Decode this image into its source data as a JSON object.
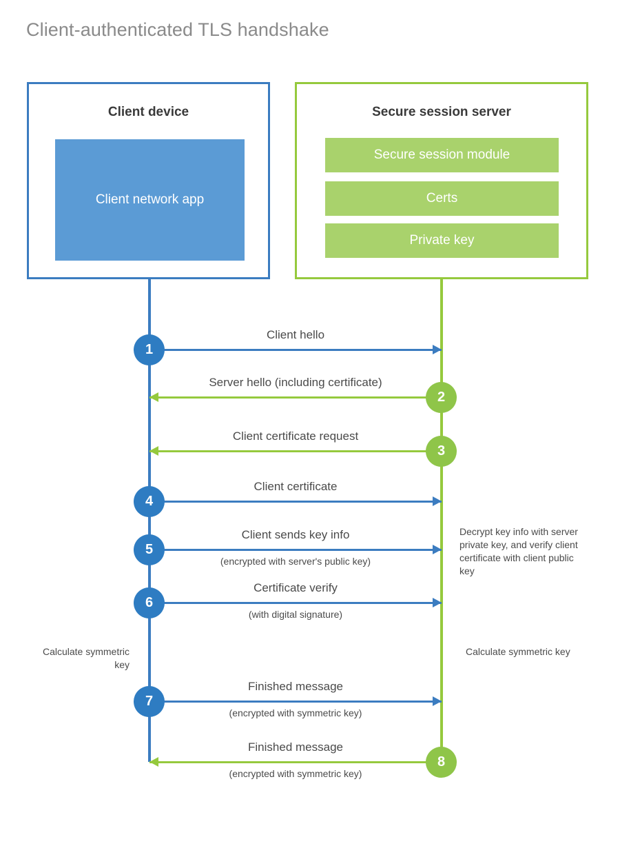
{
  "title": "Client-authenticated TLS handshake",
  "colors": {
    "client_border": "#3b7cc0",
    "client_fill": "#5b9bd5",
    "client_circle": "#2e7cc2",
    "server_border": "#95c93d",
    "server_fill": "#a9d26c",
    "server_circle": "#8fc549",
    "text": "#4a4a4a",
    "title_text": "#8a8a8a",
    "background": "#ffffff"
  },
  "actors": {
    "client": {
      "title": "Client device",
      "blocks": [
        {
          "label": "Client network app"
        }
      ]
    },
    "server": {
      "title": "Secure session server",
      "blocks": [
        {
          "label": "Secure session module"
        },
        {
          "label": "Certs"
        },
        {
          "label": "Private key"
        }
      ]
    }
  },
  "messages": [
    {
      "step": "1",
      "label": "Client hello",
      "sublabel": "",
      "direction": "to-server"
    },
    {
      "step": "2",
      "label": "Server hello (including certificate)",
      "sublabel": "",
      "direction": "to-client"
    },
    {
      "step": "3",
      "label": "Client certificate request",
      "sublabel": "",
      "direction": "to-client"
    },
    {
      "step": "4",
      "label": "Client certificate",
      "sublabel": "",
      "direction": "to-server"
    },
    {
      "step": "5",
      "label": "Client sends key info",
      "sublabel": "(encrypted with server's public key)",
      "direction": "to-server"
    },
    {
      "step": "6",
      "label": "Certificate verify",
      "sublabel": "(with digital signature)",
      "direction": "to-server"
    },
    {
      "step": "7",
      "label": "Finished message",
      "sublabel": "(encrypted with symmetric key)",
      "direction": "to-server"
    },
    {
      "step": "8",
      "label": "Finished message",
      "sublabel": "(encrypted with symmetric key)",
      "direction": "to-client"
    }
  ],
  "annotations": {
    "server_decrypt": "Decrypt key info with server private key, and verify client certificate with client public key",
    "client_calculate": "Calculate symmetric key",
    "server_calculate": "Calculate symmetric key"
  }
}
